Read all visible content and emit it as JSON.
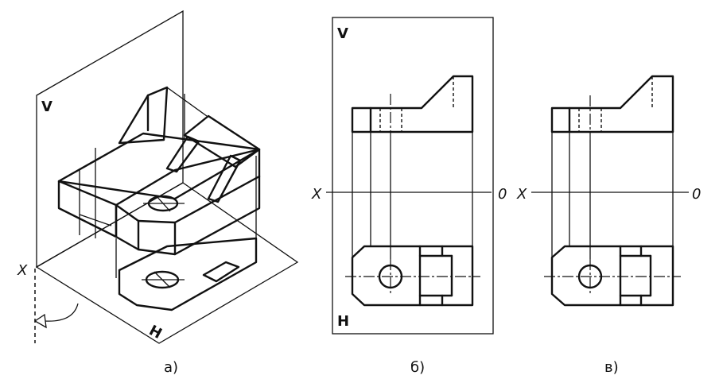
{
  "diagram": {
    "fig_a": {
      "label_v": "V",
      "label_x": "X",
      "label_h": "H",
      "caption": "а)"
    },
    "fig_b": {
      "label_v": "V",
      "label_x": "X",
      "label_0": "0",
      "label_h": "H",
      "caption": "б)"
    },
    "fig_c": {
      "label_x": "X",
      "label_0": "0",
      "caption": "в)"
    }
  }
}
